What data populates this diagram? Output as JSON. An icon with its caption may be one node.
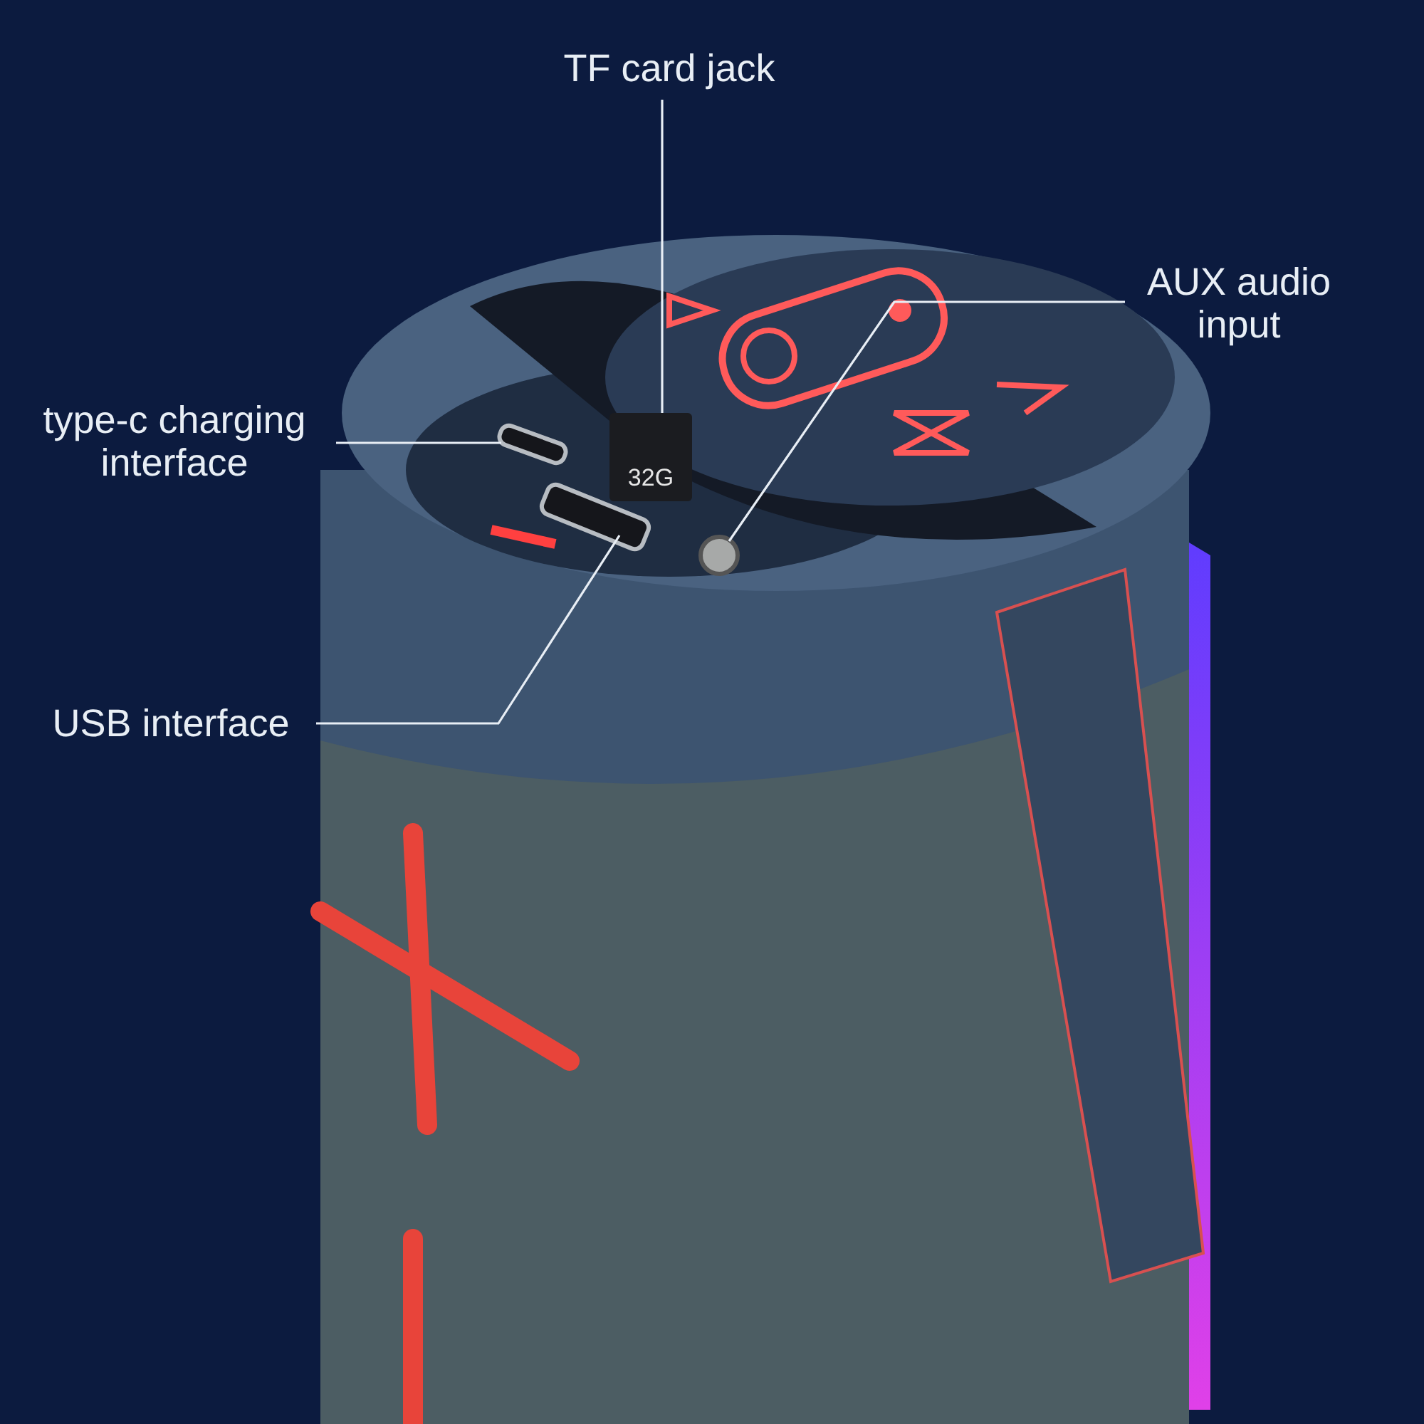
{
  "diagram": {
    "nodes": [
      {
        "text": [
          "TF card jack"
        ]
      },
      {
        "text": [
          "AUX audio input"
        ]
      },
      {
        "text": [
          "type-c charging interface"
        ]
      },
      {
        "text": [
          "USB interface"
        ]
      },
      {
        "text": [
          "32G"
        ]
      },
      {
        "text": [],
        "shape": "circle"
      },
      {
        "text": [],
        "shape": "box"
      },
      {
        "text": [],
        "shape": "box"
      }
    ],
    "edges": [
      {
        "from": 0,
        "to": 4,
        "arrow": "none"
      },
      {
        "from": 1,
        "to": 5,
        "arrow": "none"
      },
      {
        "from": 2,
        "to": 6,
        "arrow": "none"
      },
      {
        "from": 3,
        "to": 7,
        "arrow": "none"
      }
    ]
  }
}
